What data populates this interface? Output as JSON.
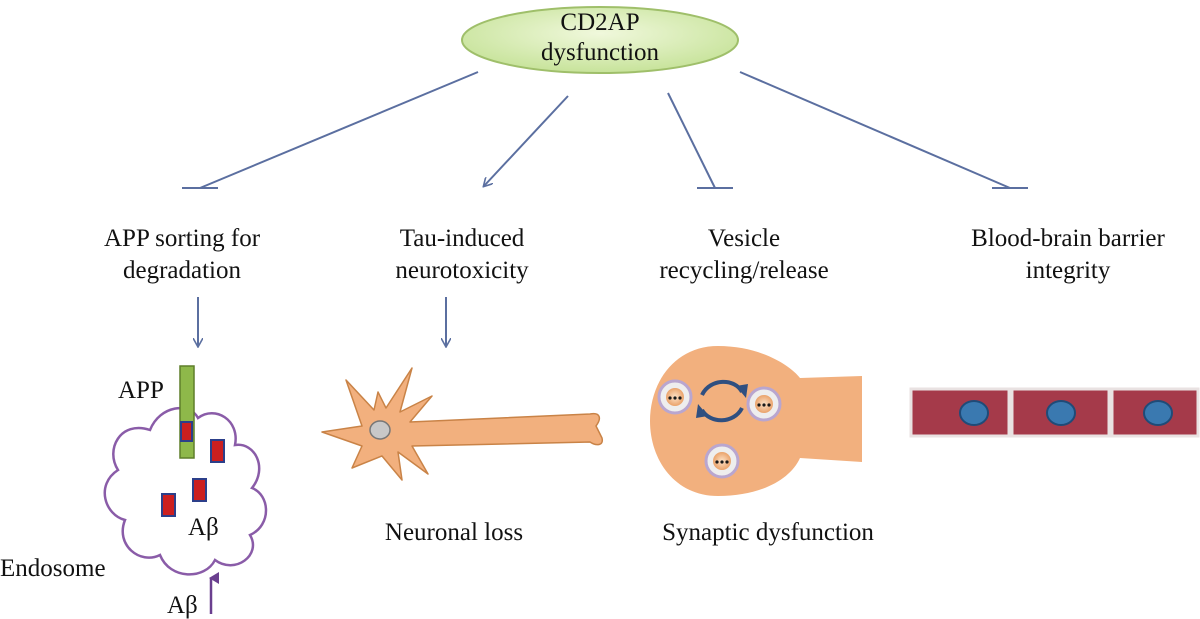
{
  "root": {
    "line1": "CD2AP",
    "line2": "dysfunction"
  },
  "branches": [
    {
      "line1": "APP sorting for",
      "line2": "degradation"
    },
    {
      "line1": "Tau-induced",
      "line2": "neurotoxicity"
    },
    {
      "line1": "Vesicle",
      "line2": "recycling/release"
    },
    {
      "line1": "Blood-brain barrier",
      "line2": "integrity"
    }
  ],
  "endosome": {
    "app_label": "APP",
    "abeta_inside": "Aβ",
    "endosome_label": "Endosome",
    "abeta_below": "Aβ"
  },
  "outcomes": {
    "neuron": "Neuronal loss",
    "synapse": "Synaptic dysfunction"
  },
  "colors": {
    "connector": "#5b6fa0",
    "ellipse_fill": "#d6ebb0",
    "ellipse_stroke": "#9fbf6a",
    "membrane": "#8a5ca8",
    "abeta_fill": "#cc1f1f",
    "abeta_border": "#2c3f8a",
    "app_fill": "#8eb84a",
    "cell_fill": "#f2b07e",
    "vessel_fill": "#a53a4a",
    "nucleus_fill": "#3a79b0",
    "arrow_purple": "#6a3f8f"
  }
}
